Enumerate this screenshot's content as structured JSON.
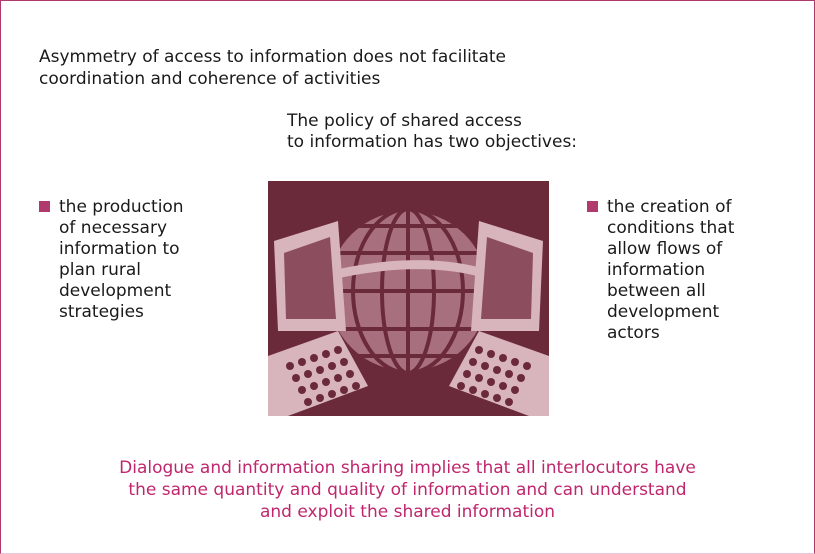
{
  "heading": "Asymmetry of access to information does not facilitate\ncoordination and coherence of activities",
  "subheading": "The policy of shared access\nto information has two objectives:",
  "bullets": {
    "left": "the production\nof necessary\ninformation to\nplan rural\ndevelopment\nstrategies",
    "right": "the creation of\nconditions that\nallow flows of\ninformation\nbetween all\ndevelopment\nactors"
  },
  "footer": "Dialogue and information sharing implies that all interlocutors have\nthe same quantity and quality of information and can understand\nand exploit the shared information",
  "colors": {
    "accent": "#b03a6e",
    "footer_text": "#c0266d",
    "graphic_dark": "#6b2a3a",
    "graphic_mid": "#a8707e",
    "graphic_light": "#d8b4bc"
  },
  "icons": {
    "center_graphic": "globe-network-computers-icon",
    "bullet_marker": "square-bullet-icon"
  }
}
